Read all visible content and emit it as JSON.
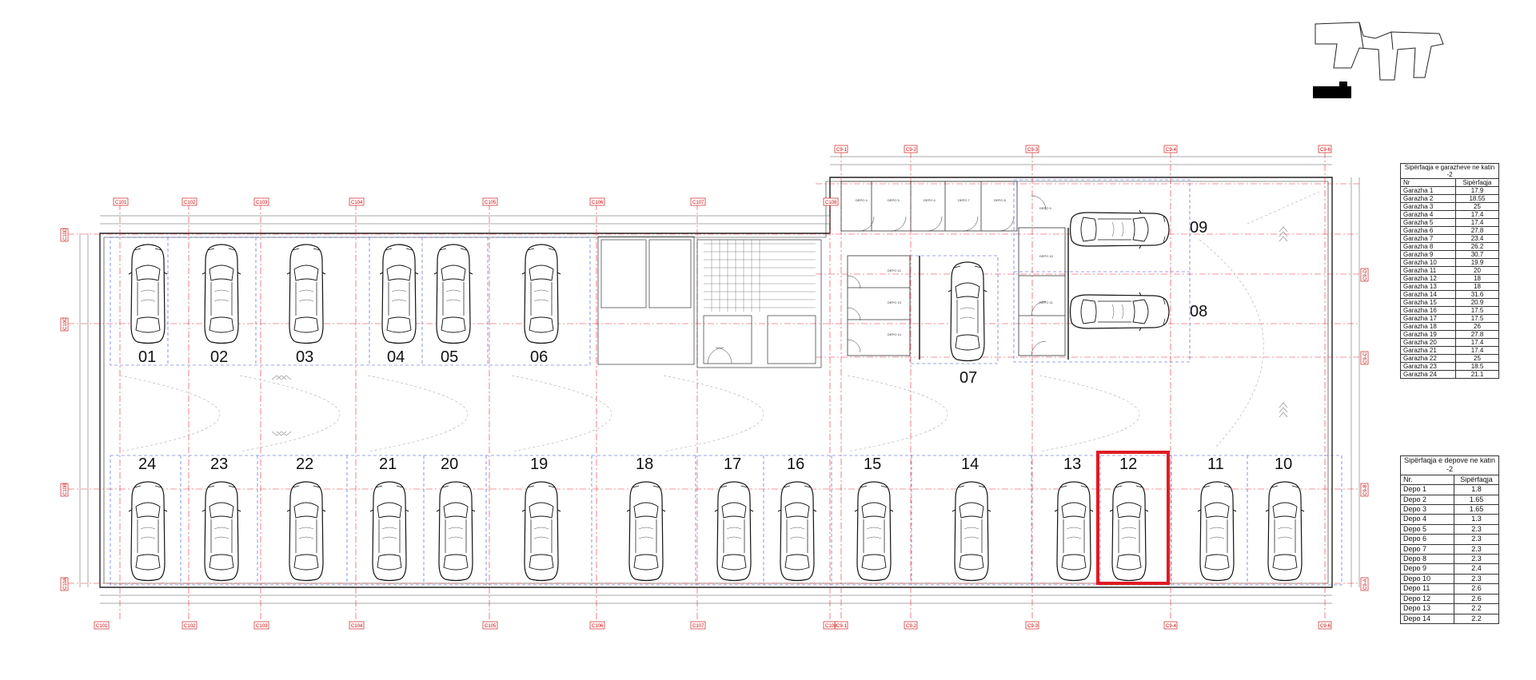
{
  "grid_labels": {
    "top_left": [
      "C101",
      "C102",
      "C103",
      "C104",
      "C105",
      "C106",
      "C107",
      "C108"
    ],
    "top_right": [
      "C9-1",
      "C9-2",
      "C9-3",
      "C9-4",
      "C9-6"
    ],
    "bottom": [
      "C101",
      "C102",
      "C103",
      "C104",
      "C105",
      "C106",
      "C107",
      "C108",
      "C9-1",
      "C9-2",
      "C9-3",
      "C9-4",
      "C9-6"
    ],
    "left_side": [
      "C10D",
      "C10C",
      "C10B",
      "C10A"
    ],
    "right_side": [
      "C9-D",
      "C9-C",
      "C9-B",
      "C9-A"
    ]
  },
  "top_row_spaces": [
    "01",
    "02",
    "03",
    "04",
    "05",
    "06"
  ],
  "bottom_row_spaces": [
    "24",
    "23",
    "22",
    "21",
    "20",
    "19",
    "18",
    "17",
    "16",
    "15",
    "14",
    "13",
    "12",
    "11",
    "10"
  ],
  "right_block_spaces": [
    "09",
    "08",
    "07"
  ],
  "highlighted_space": "12",
  "highlight_color": "#e01b24",
  "depo_room_labels": [
    "DEPO 4",
    "DEPO 5",
    "DEPO 6",
    "DEPO 7",
    "DEPO 8",
    "DEPO 9",
    "DEPO 10",
    "DEPO 11",
    "DEPO 12",
    "DEPO 13",
    "DEPO 14"
  ],
  "garage_table": {
    "title": "Sipërfaqja e garazheve ne katin -2",
    "col_nr": "Nr",
    "col_area": "Sipërfaqja",
    "rows": [
      {
        "nr": "Garazha 1",
        "area": "17.9"
      },
      {
        "nr": "Garazha 2",
        "area": "18.55"
      },
      {
        "nr": "Garazha 3",
        "area": "25"
      },
      {
        "nr": "Garazha 4",
        "area": "17.4"
      },
      {
        "nr": "Garazha 5",
        "area": "17.4"
      },
      {
        "nr": "Garazha 6",
        "area": "27.8"
      },
      {
        "nr": "Garazha 7",
        "area": "23.4"
      },
      {
        "nr": "Garazha 8",
        "area": "26.2"
      },
      {
        "nr": "Garazha 9",
        "area": "30.7"
      },
      {
        "nr": "Garazha 10",
        "area": "19.9"
      },
      {
        "nr": "Garazha 11",
        "area": "20"
      },
      {
        "nr": "Garazha 12",
        "area": "18"
      },
      {
        "nr": "Garazha 13",
        "area": "18"
      },
      {
        "nr": "Garazha 14",
        "area": "31.6"
      },
      {
        "nr": "Garazha 15",
        "area": "20.9"
      },
      {
        "nr": "Garazha 16",
        "area": "17.5"
      },
      {
        "nr": "Garazha 17",
        "area": "17.5"
      },
      {
        "nr": "Garazha 18",
        "area": "26"
      },
      {
        "nr": "Garazha 19",
        "area": "27.8"
      },
      {
        "nr": "Garazha 20",
        "area": "17.4"
      },
      {
        "nr": "Garazha 21",
        "area": "17.4"
      },
      {
        "nr": "Garazha 22",
        "area": "25"
      },
      {
        "nr": "Garazha 23",
        "area": "18.5"
      },
      {
        "nr": "Garazha 24",
        "area": "21.1"
      }
    ]
  },
  "depot_table": {
    "title": "Sipërfaqja e depove ne katin -2",
    "col_nr": "Nr.",
    "col_area": "Sipërfaqja",
    "rows": [
      {
        "nr": "Depo 1",
        "area": "1.8"
      },
      {
        "nr": "Depo 2",
        "area": "1.65"
      },
      {
        "nr": "Depo 3",
        "area": "1.65"
      },
      {
        "nr": "Depo 4",
        "area": "1.3"
      },
      {
        "nr": "Depo 5",
        "area": "2.3"
      },
      {
        "nr": "Depo 6",
        "area": "2.3"
      },
      {
        "nr": "Depo 7",
        "area": "2.3"
      },
      {
        "nr": "Depo 8",
        "area": "2.3"
      },
      {
        "nr": "Depo 9",
        "area": "2.4"
      },
      {
        "nr": "Depo 10",
        "area": "2.3"
      },
      {
        "nr": "Depo 11",
        "area": "2.6"
      },
      {
        "nr": "Depo 12",
        "area": "2.6"
      },
      {
        "nr": "Depo 13",
        "area": "2.2"
      },
      {
        "nr": "Depo 14",
        "area": "2.2"
      }
    ]
  }
}
